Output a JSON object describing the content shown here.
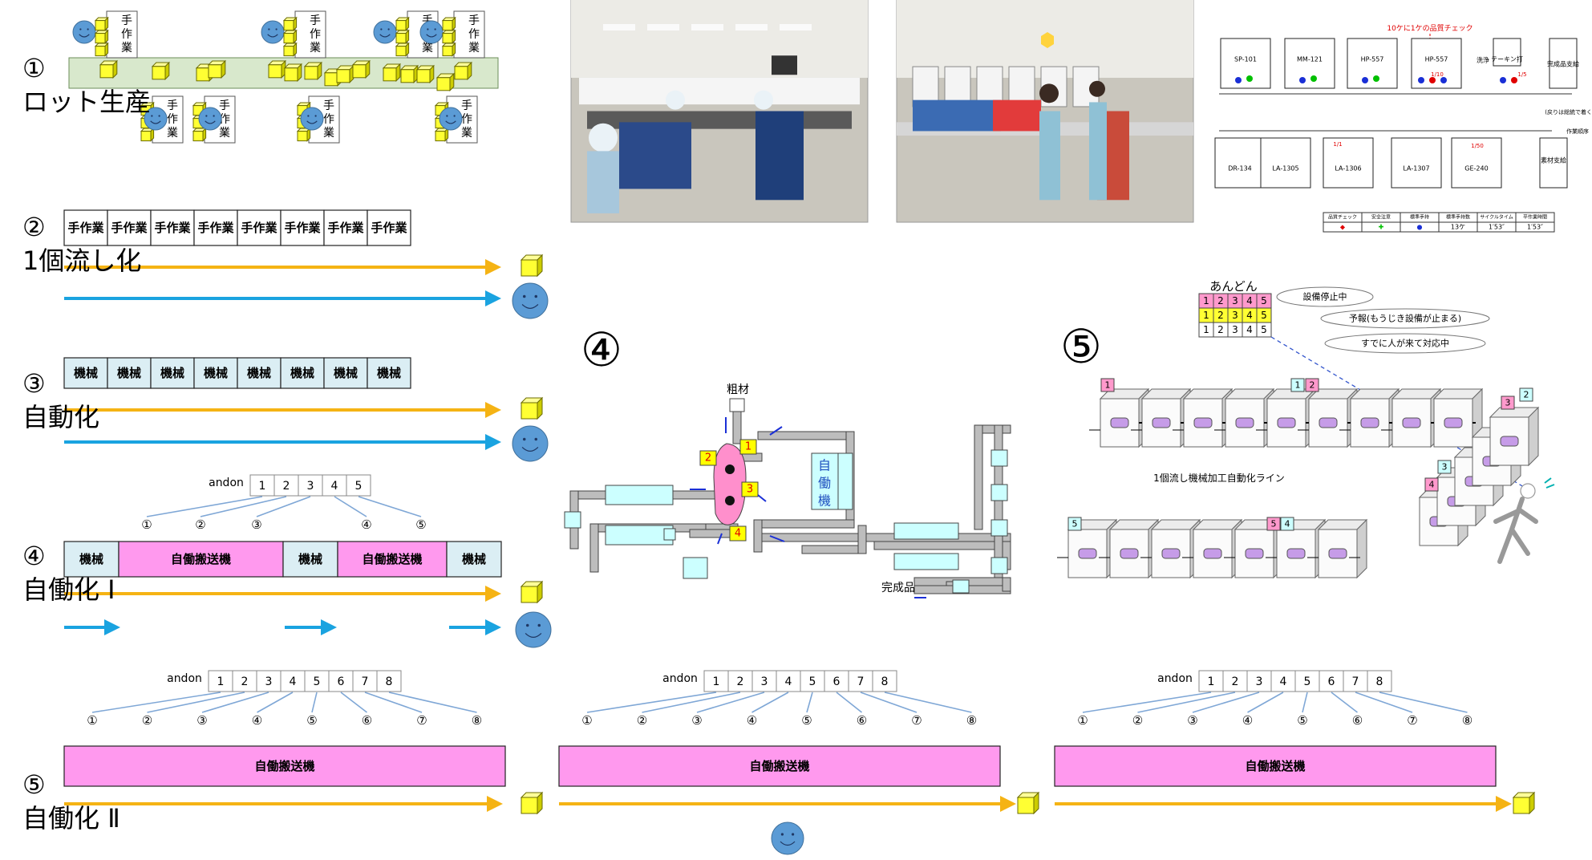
{
  "stages": {
    "s1": {
      "num": "①",
      "label": "ロット生産"
    },
    "s2": {
      "num": "②",
      "label": "1個流し化"
    },
    "s3": {
      "num": "③",
      "label": "自動化"
    },
    "s4": {
      "num": "④",
      "label": "自働化 Ⅰ"
    },
    "s5": {
      "num": "⑤",
      "label": "自働化 Ⅱ"
    }
  },
  "manual_work": "手作業",
  "manual_work_chars": [
    "手",
    "作",
    "業"
  ],
  "machine": "機械",
  "auto_conveyor": "自働搬送機",
  "andon_label": "andon",
  "andon_numbers_5": [
    "1",
    "2",
    "3",
    "4",
    "5"
  ],
  "andon_numbers_8": [
    "1",
    "2",
    "3",
    "4",
    "5",
    "6",
    "7",
    "8"
  ],
  "circled_5": [
    "①",
    "②",
    "③",
    "④",
    "⑤"
  ],
  "circled_8": [
    "①",
    "②",
    "③",
    "④",
    "⑤",
    "⑥",
    "⑦",
    "⑧"
  ],
  "colors": {
    "flow_orange": "#f5b314",
    "flow_blue": "#1aa3e0",
    "face_blue": "#5b9bd5",
    "cube_yellow": "#ffff33",
    "belt_green": "#d8e8cc",
    "machine_bg": "#dbeef4",
    "conveyor_pink": "#ff99ee",
    "layout_cyan": "#ccffff"
  },
  "layout4": {
    "big_num": "④",
    "raw": "粗材",
    "finished": "完成品",
    "machine_v": [
      "自",
      "働",
      "機"
    ],
    "stations": [
      "1",
      "2",
      "3",
      "4"
    ]
  },
  "line5": {
    "big_num": "⑤",
    "andon_title": "あんどん",
    "andon_rows": [
      [
        "1",
        "2",
        "3",
        "4",
        "5"
      ],
      [
        "1",
        "2",
        "3",
        "4",
        "5"
      ],
      [
        "1",
        "2",
        "3",
        "4",
        "5"
      ]
    ],
    "callouts": [
      "設備停止中",
      "予報(もうじき設備が止まる)",
      "すでに人が来て対応中"
    ],
    "line_title": "1個流し機械加工自動化ライン",
    "tags": [
      "1",
      "1",
      "2",
      "2",
      "3",
      "3",
      "4",
      "4",
      "5",
      "5"
    ]
  },
  "factory_chart": {
    "top_boxes": [
      "SP-101",
      "MM-121",
      "HP-557",
      "HP-557",
      "テーキン打",
      "完成品支給"
    ],
    "top_steps": [
      "洗浄"
    ],
    "annotation": "10ケに1ケの品質チェック",
    "ratios": [
      "1/10",
      "1/1",
      "1/50",
      "1/5"
    ],
    "return_note": "(戻りは総統で着く)",
    "start_note": "作業順序",
    "bottom_boxes": [
      "DR-134",
      "LA-1305",
      "LA-1306",
      "LA-1307",
      "GE-240",
      "素材支給"
    ],
    "legend_headers": [
      "品質チェック",
      "安全注意",
      "標準手持",
      "標準手持数",
      "サイクルタイム",
      "平作業時間"
    ],
    "legend_values": [
      "◆",
      "✚",
      "●",
      "13ケ",
      "1′53″",
      "1′53″"
    ]
  },
  "photos": {
    "left": "",
    "right": ""
  }
}
